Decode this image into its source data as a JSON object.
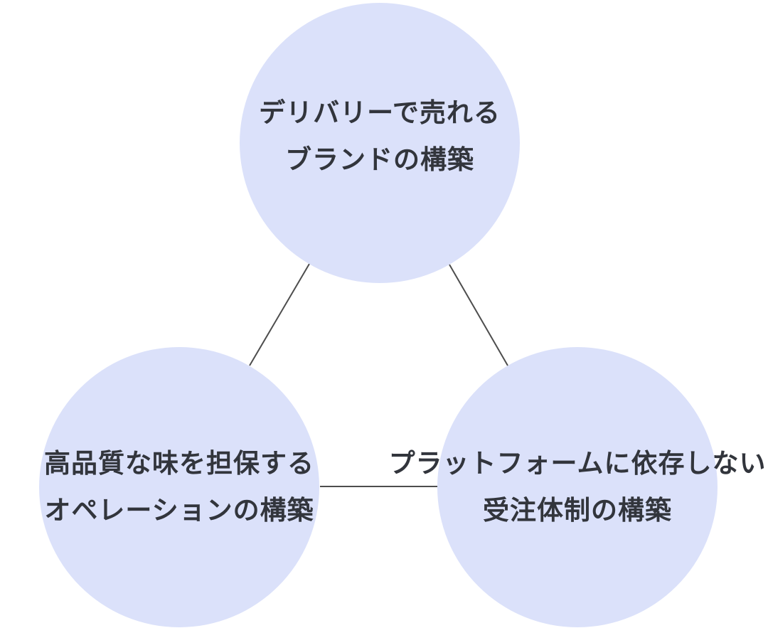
{
  "diagram": {
    "type": "triangle-relationship-diagram",
    "background": "#FFFFFF",
    "colors": {
      "node-fill": "#DBE1FA",
      "connector": "#4D4D4D",
      "text": "#32353C"
    },
    "nodes": [
      {
        "id": "delivery-brand",
        "position": "top",
        "line1": "デリバリーで売れる",
        "line2": "ブランドの構築"
      },
      {
        "id": "quality-operation",
        "position": "bottom-left",
        "line1": "高品質な味を担保する",
        "line2": "オペレーションの構築"
      },
      {
        "id": "independent-orders",
        "position": "bottom-right",
        "line1": "プラットフォームに依存しない",
        "line2": "受注体制の構築"
      }
    ],
    "connectors": [
      {
        "from": "delivery-brand",
        "to": "quality-operation"
      },
      {
        "from": "delivery-brand",
        "to": "independent-orders"
      },
      {
        "from": "quality-operation",
        "to": "independent-orders"
      }
    ]
  }
}
